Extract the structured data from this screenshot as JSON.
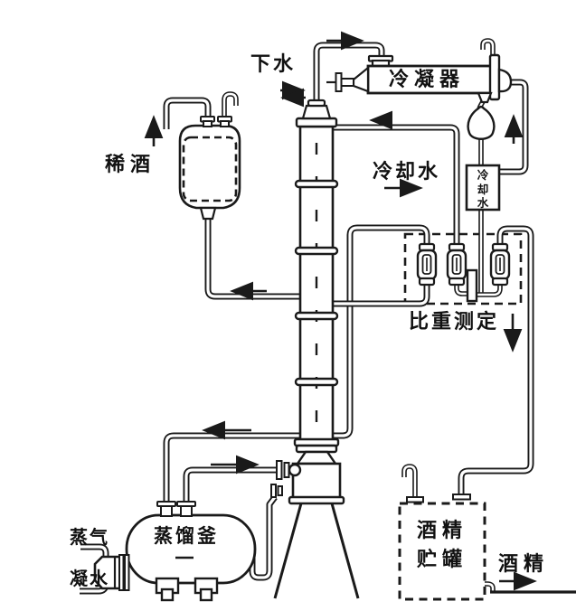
{
  "diagram": {
    "type": "process-flow-diagram",
    "labels": {
      "drain_water": "下水",
      "weak_liquor": "稀酒",
      "condenser": "冷凝器",
      "cooling_water": "冷却水",
      "cooling_water_box": "冷却水",
      "specific_gravity_measurement": "比重测定",
      "distillation_still": "蒸馏釜",
      "steam": "蒸气",
      "condensate": "凝水",
      "alcohol_tank_line1": "酒精",
      "alcohol_tank_line2": "贮罐",
      "alcohol_product": "酒精"
    },
    "colors": {
      "line": "#1a1a1a",
      "background": "#ffffff"
    }
  }
}
